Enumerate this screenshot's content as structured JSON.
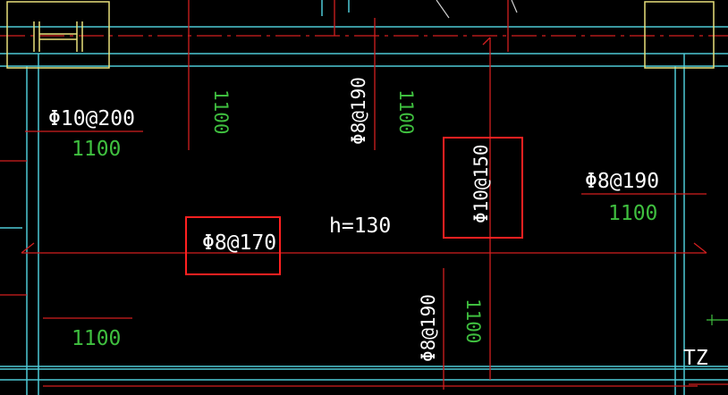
{
  "colors": {
    "background": "#000000",
    "slab_edge": "#4ec9d6",
    "rebar_line": "#d21f1f",
    "column_box": "#e8e07a",
    "text_spec": "#ffffff",
    "text_length": "#3fbf3f",
    "highlight_box": "#ff2020"
  },
  "drawing": {
    "column_left_icon": "steel-i-beam-icon",
    "slab_thickness": "h=130",
    "corner_tag": "TZ",
    "labels": {
      "top_left_spec": "Φ10@200",
      "top_left_len": "1100",
      "top_vert_len": "1100",
      "top_mid_spec": "Φ8@190",
      "top_mid_len": "1100",
      "right_box_spec": "Φ10@150",
      "right_spec": "Φ8@190",
      "right_len": "1100",
      "center_box_spec": "Φ8@170",
      "bottom_left_len": "1100",
      "bottom_mid_spec": "Φ8@190",
      "bottom_mid_len": "1100"
    }
  }
}
